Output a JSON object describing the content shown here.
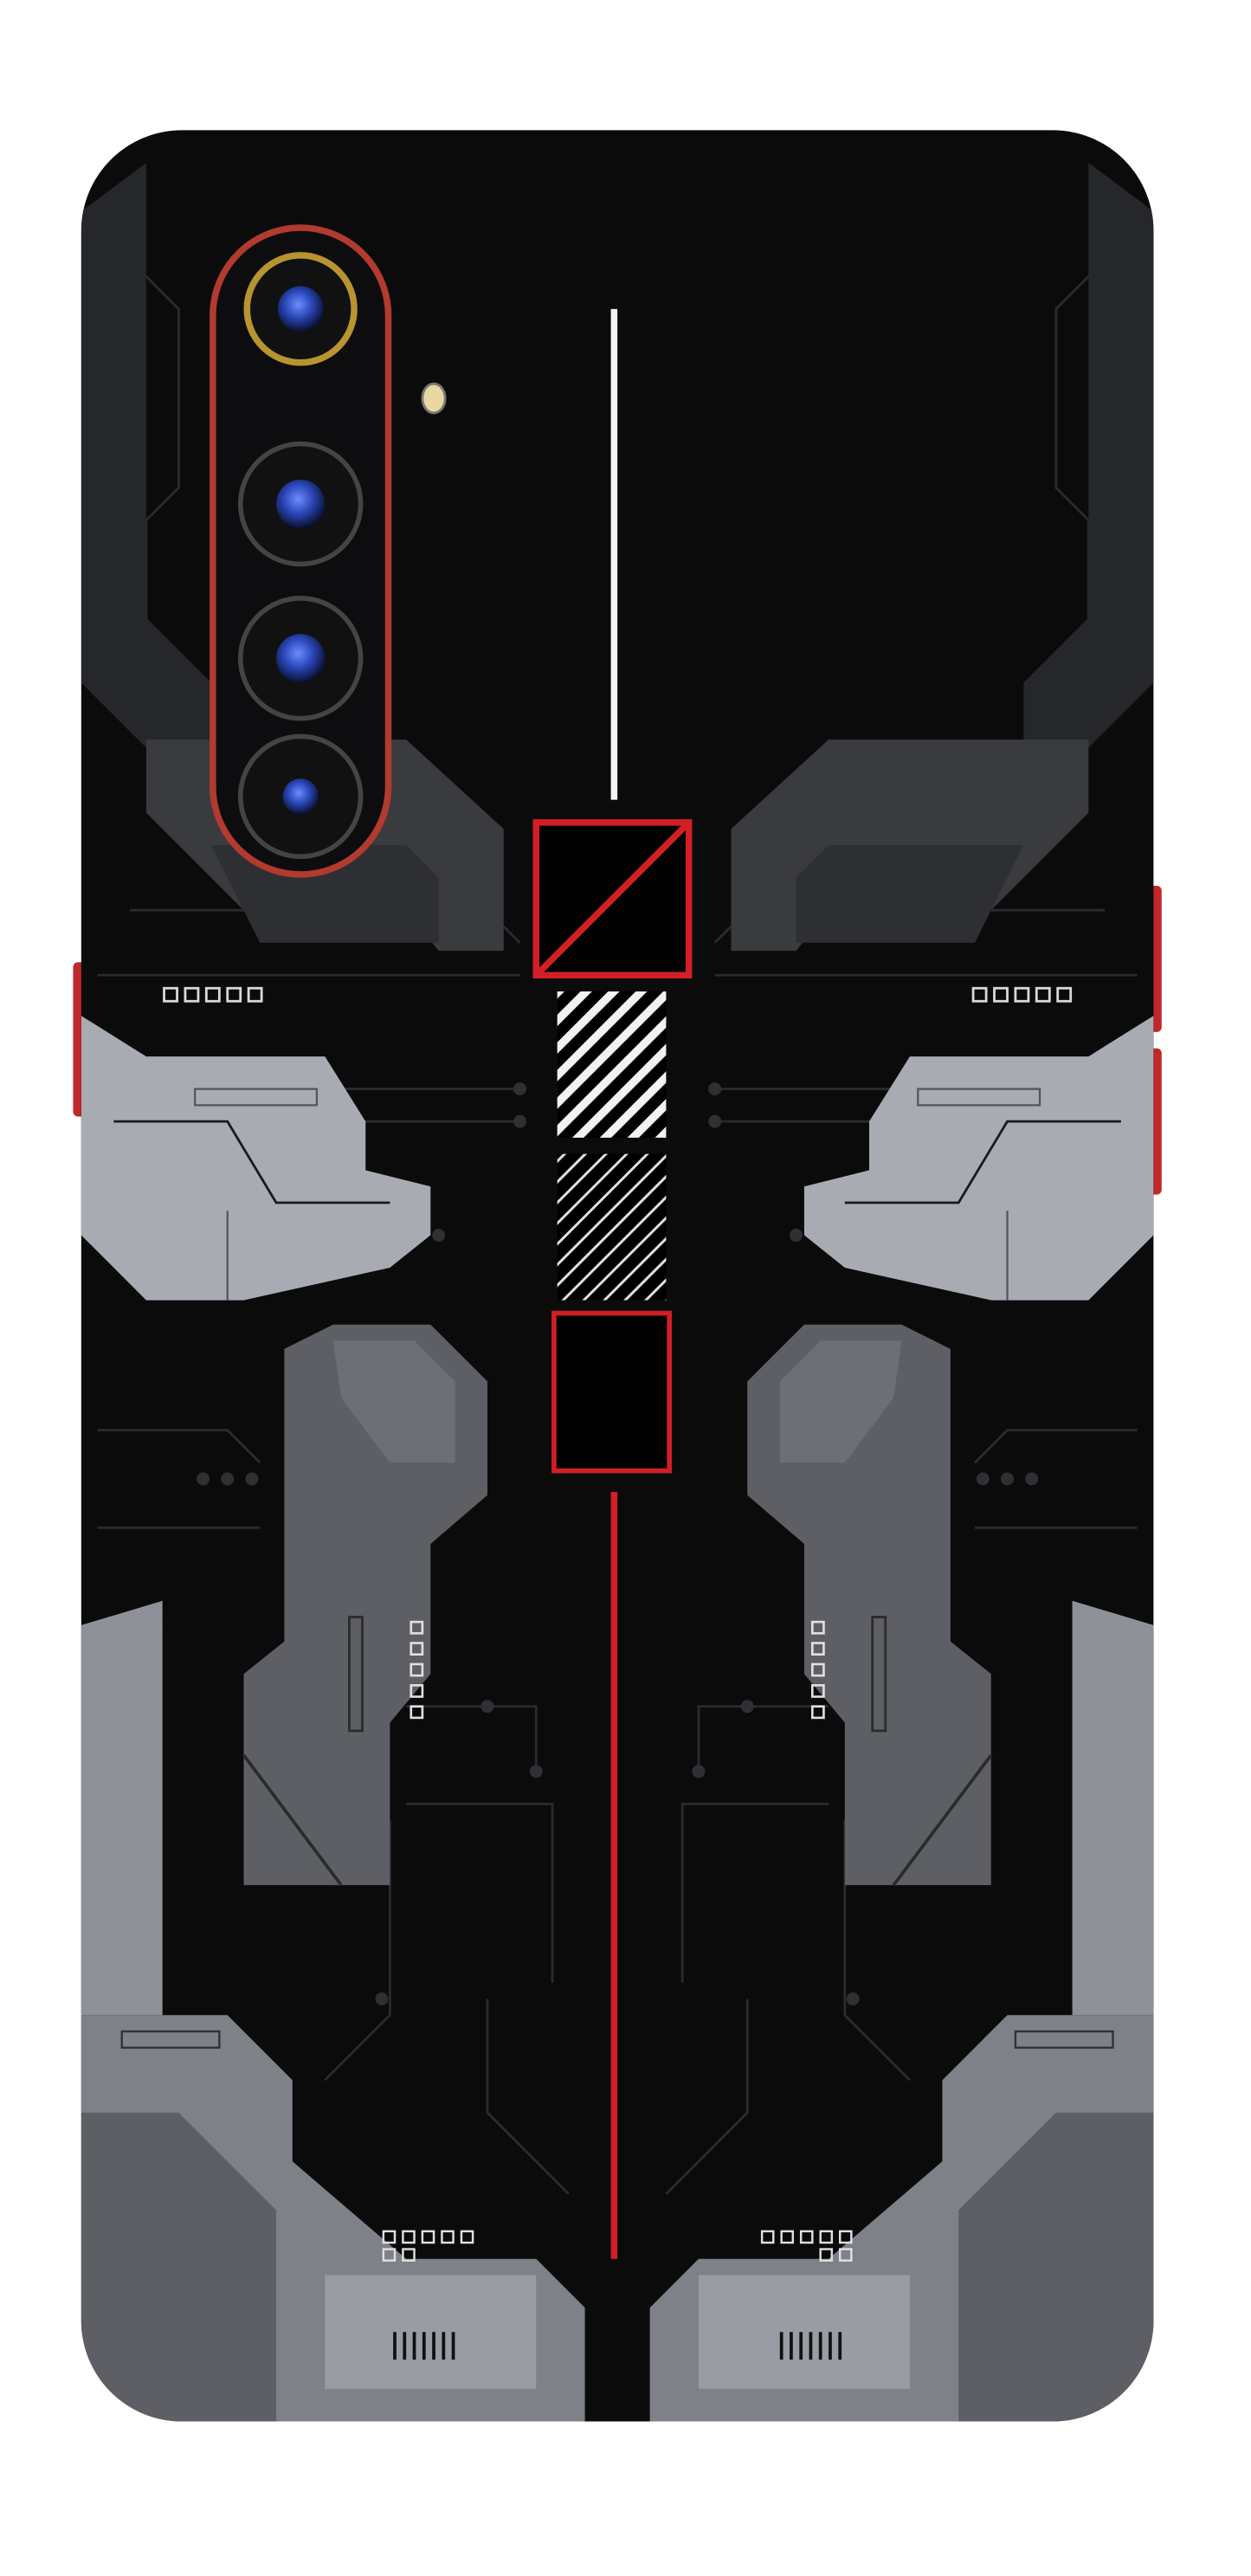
{
  "product": {
    "type": "phone back skin",
    "colors": {
      "background": "#ffffff",
      "body": "#0b0b0c",
      "dark_gray": "#3a3b3f",
      "mid_gray": "#5d5f65",
      "light_gray": "#a9abb3",
      "accent_red": "#d21f26",
      "white": "#f2f2f2",
      "camera_frame": "#b23a2f",
      "lens_blue": "#2a47b8",
      "lens_ring_gold": "#b8942f",
      "flash": "#e8d9a0"
    },
    "camera_lens_count": 4,
    "side_buttons": 3
  }
}
